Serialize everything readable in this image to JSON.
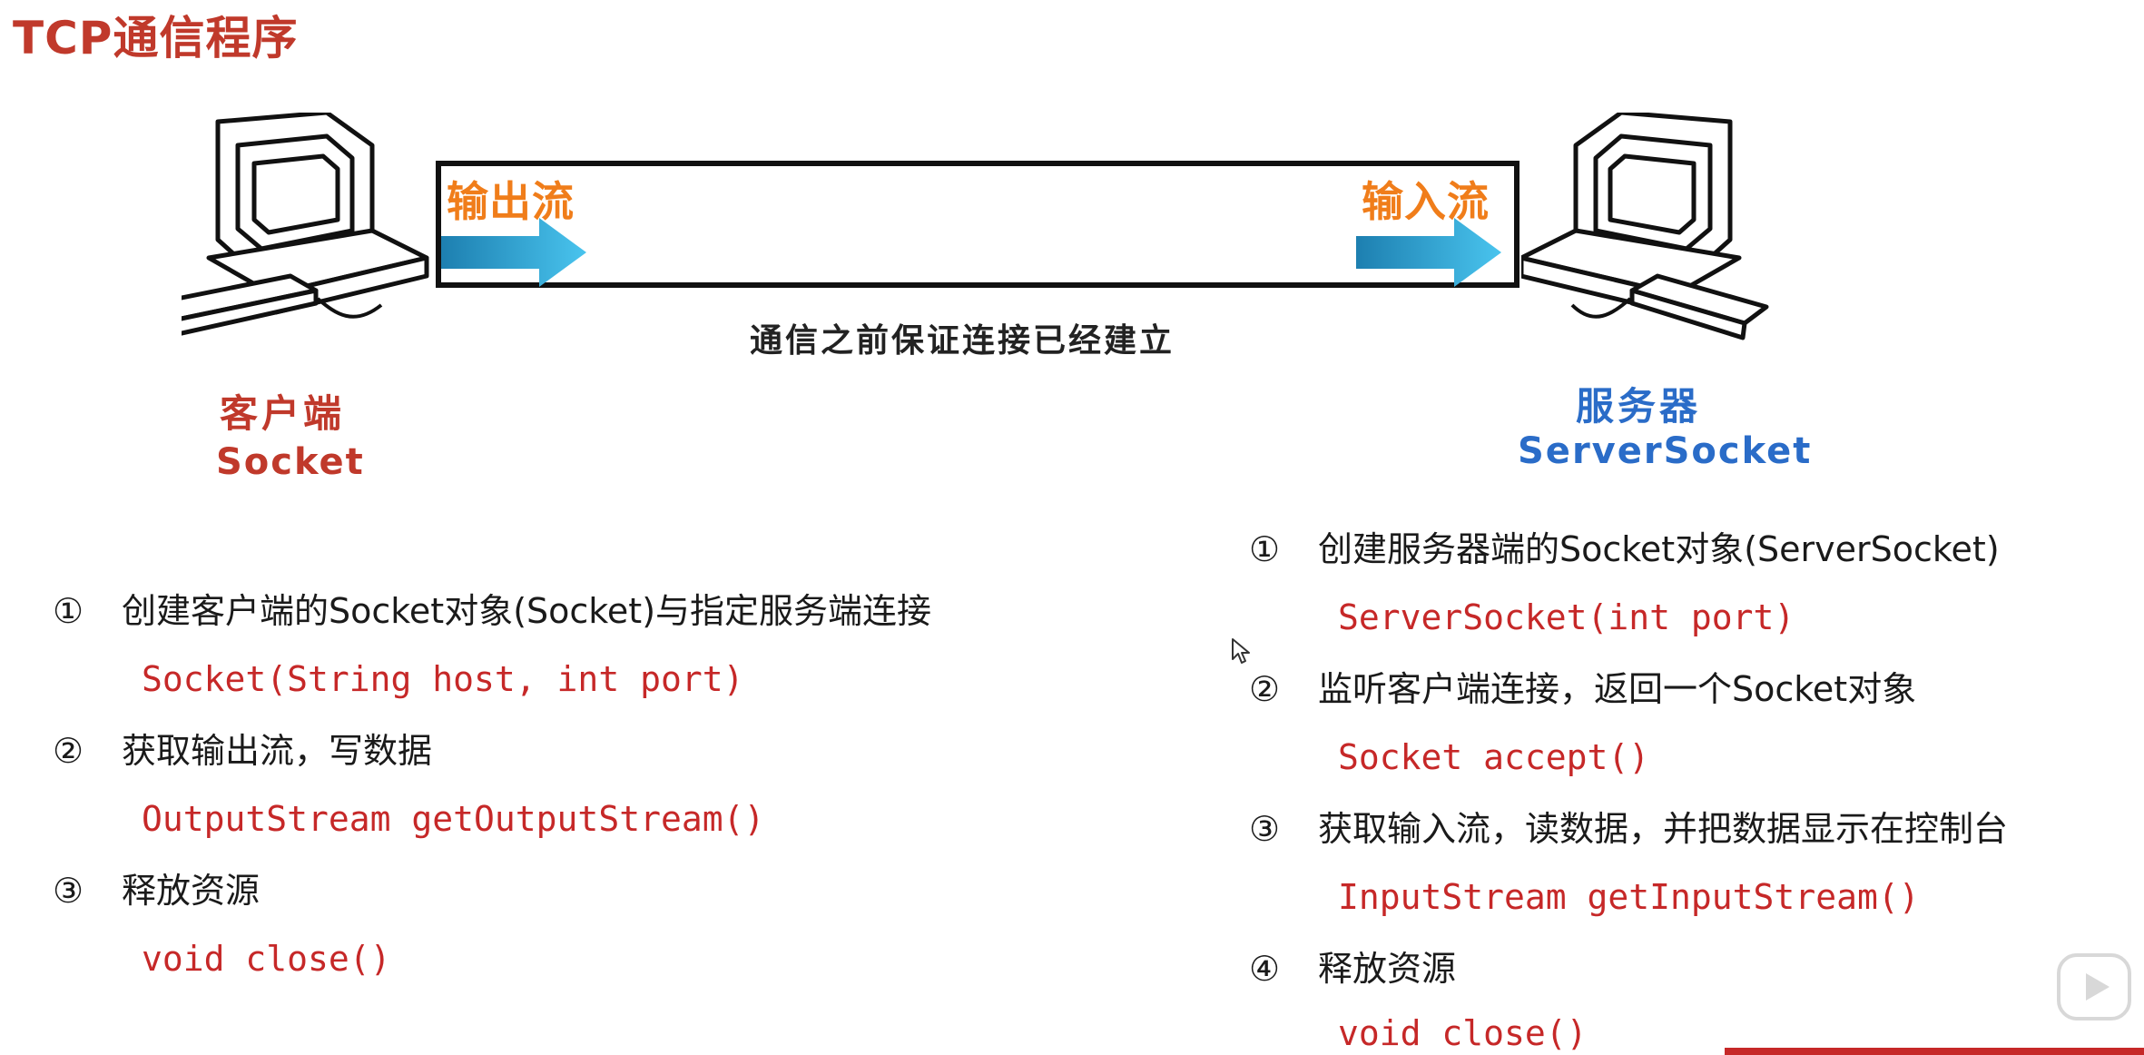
{
  "page": {
    "title": "TCP通信程序"
  },
  "diagram": {
    "output_stream_label": "输出流",
    "input_stream_label": "输入流",
    "connection_note": "通信之前保证连接已经建立",
    "client": {
      "role": "客户端",
      "class_name": "Socket"
    },
    "server": {
      "role": "服务器",
      "class_name": "ServerSocket"
    },
    "colors": {
      "client": "#c0392b",
      "server": "#2a6cc8",
      "stream": "#f07d1a",
      "arrow": "#2aa6d8"
    }
  },
  "client_steps": [
    {
      "num": "①",
      "text": "创建客户端的Socket对象(Socket)与指定服务端连接",
      "code": "Socket(String host, int port)"
    },
    {
      "num": "②",
      "text": "获取输出流，写数据",
      "code": "OutputStream getOutputStream()"
    },
    {
      "num": "③",
      "text": "释放资源",
      "code": "void close()"
    }
  ],
  "server_steps": [
    {
      "num": "①",
      "text": "创建服务器端的Socket对象(ServerSocket)",
      "code": "ServerSocket(int port)"
    },
    {
      "num": "②",
      "text": "监听客户端连接，返回一个Socket对象",
      "code": "Socket accept()"
    },
    {
      "num": "③",
      "text": "获取输入流，读数据，并把数据显示在控制台",
      "code": "InputStream getInputStream()"
    },
    {
      "num": "④",
      "text": "释放资源",
      "code": "void close()"
    }
  ],
  "icons": [
    "desktop-computer-icon",
    "arrow-right-icon",
    "mouse-cursor-icon",
    "play-icon"
  ]
}
